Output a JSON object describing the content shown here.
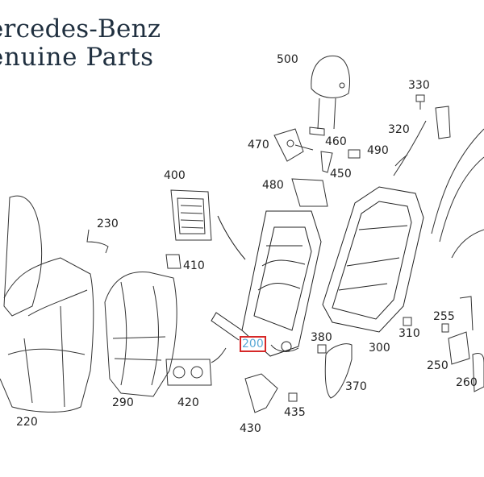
{
  "brand": {
    "line1": "ercedes-Benz",
    "line2": "enuine Parts"
  },
  "parts": [
    {
      "id": "p500",
      "number": "500"
    },
    {
      "id": "p330",
      "number": "330"
    },
    {
      "id": "p320",
      "number": "320"
    },
    {
      "id": "p470",
      "number": "470"
    },
    {
      "id": "p460",
      "number": "460"
    },
    {
      "id": "p490",
      "number": "490"
    },
    {
      "id": "p450",
      "number": "450"
    },
    {
      "id": "p400",
      "number": "400"
    },
    {
      "id": "p480",
      "number": "480"
    },
    {
      "id": "p230",
      "number": "230"
    },
    {
      "id": "p410",
      "number": "410"
    },
    {
      "id": "p255",
      "number": "255"
    },
    {
      "id": "p310",
      "number": "310"
    },
    {
      "id": "p380",
      "number": "380"
    },
    {
      "id": "p300",
      "number": "300"
    },
    {
      "id": "p200",
      "number": "200",
      "highlighted": true
    },
    {
      "id": "p250",
      "number": "250"
    },
    {
      "id": "p260",
      "number": "260"
    },
    {
      "id": "p370",
      "number": "370"
    },
    {
      "id": "p290",
      "number": "290"
    },
    {
      "id": "p420",
      "number": "420"
    },
    {
      "id": "p435",
      "number": "435"
    },
    {
      "id": "p220",
      "number": "220"
    },
    {
      "id": "p430",
      "number": "430"
    }
  ],
  "colors": {
    "brand_text": "#1f2f3f",
    "highlight_box": "#d62828",
    "highlight_text": "#5aa9d6",
    "line_art": "#333333",
    "frame_stroke": "#222222"
  }
}
